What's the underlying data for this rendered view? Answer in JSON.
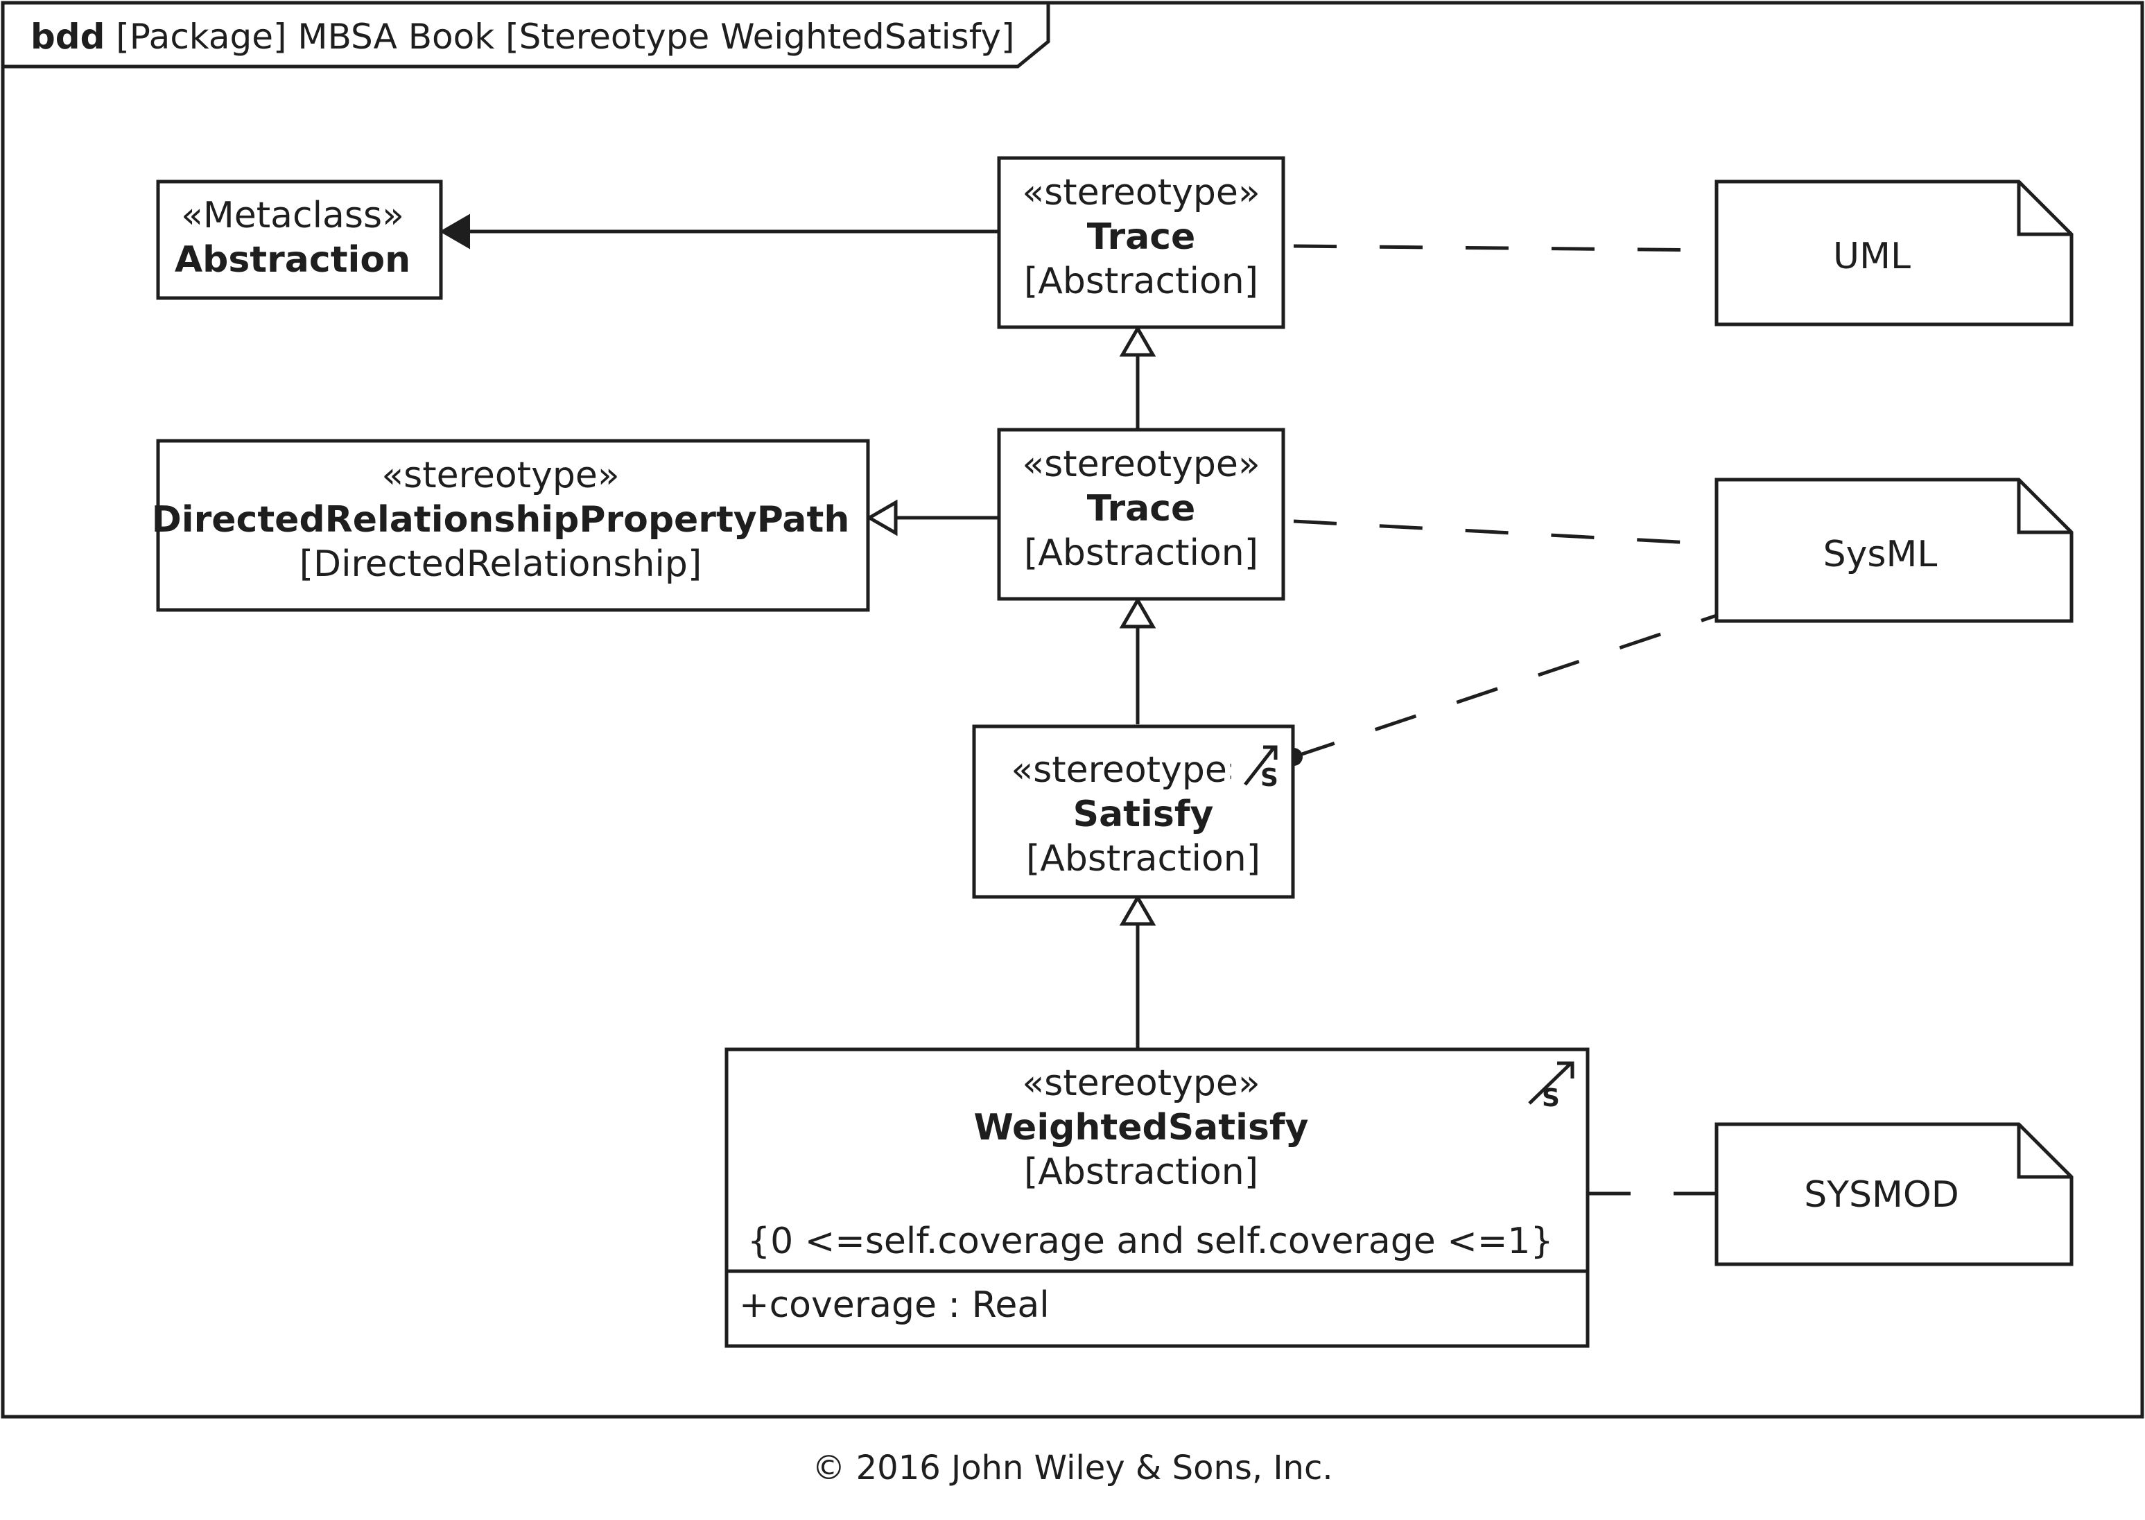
{
  "frame": {
    "keyword": "bdd",
    "label": " [Package] MBSA Book [Stereotype WeightedSatisfy]"
  },
  "blocks": {
    "metaclass_abstraction": {
      "stereotype": "«Metaclass»",
      "name": "Abstraction"
    },
    "directed_relationship_property_path": {
      "stereotype": "«stereotype»",
      "name": "DirectedRelationshipPropertyPath",
      "base": "[DirectedRelationship]"
    },
    "trace_uml": {
      "stereotype": "«stereotype»",
      "name": "Trace",
      "base": "[Abstraction]"
    },
    "trace_sysml": {
      "stereotype": "«stereotype»",
      "name": "Trace",
      "base": "[Abstraction]"
    },
    "satisfy": {
      "stereotype": "«stereotype»",
      "name": "Satisfy",
      "base": "[Abstraction]",
      "icon": "stereotype-satisfy-icon"
    },
    "weighted_satisfy": {
      "stereotype": "«stereotype»",
      "name": "WeightedSatisfy",
      "base": "[Abstraction]",
      "constraint": "{0 <=self.coverage and self.coverage <=1}",
      "attribute": "+coverage : Real",
      "icon": "stereotype-satisfy-icon"
    }
  },
  "notes": {
    "uml": "UML",
    "sysml": "SysML",
    "sysmod": "SYSMOD"
  },
  "footer": {
    "copyright": "© 2016 John Wiley & Sons, Inc."
  }
}
